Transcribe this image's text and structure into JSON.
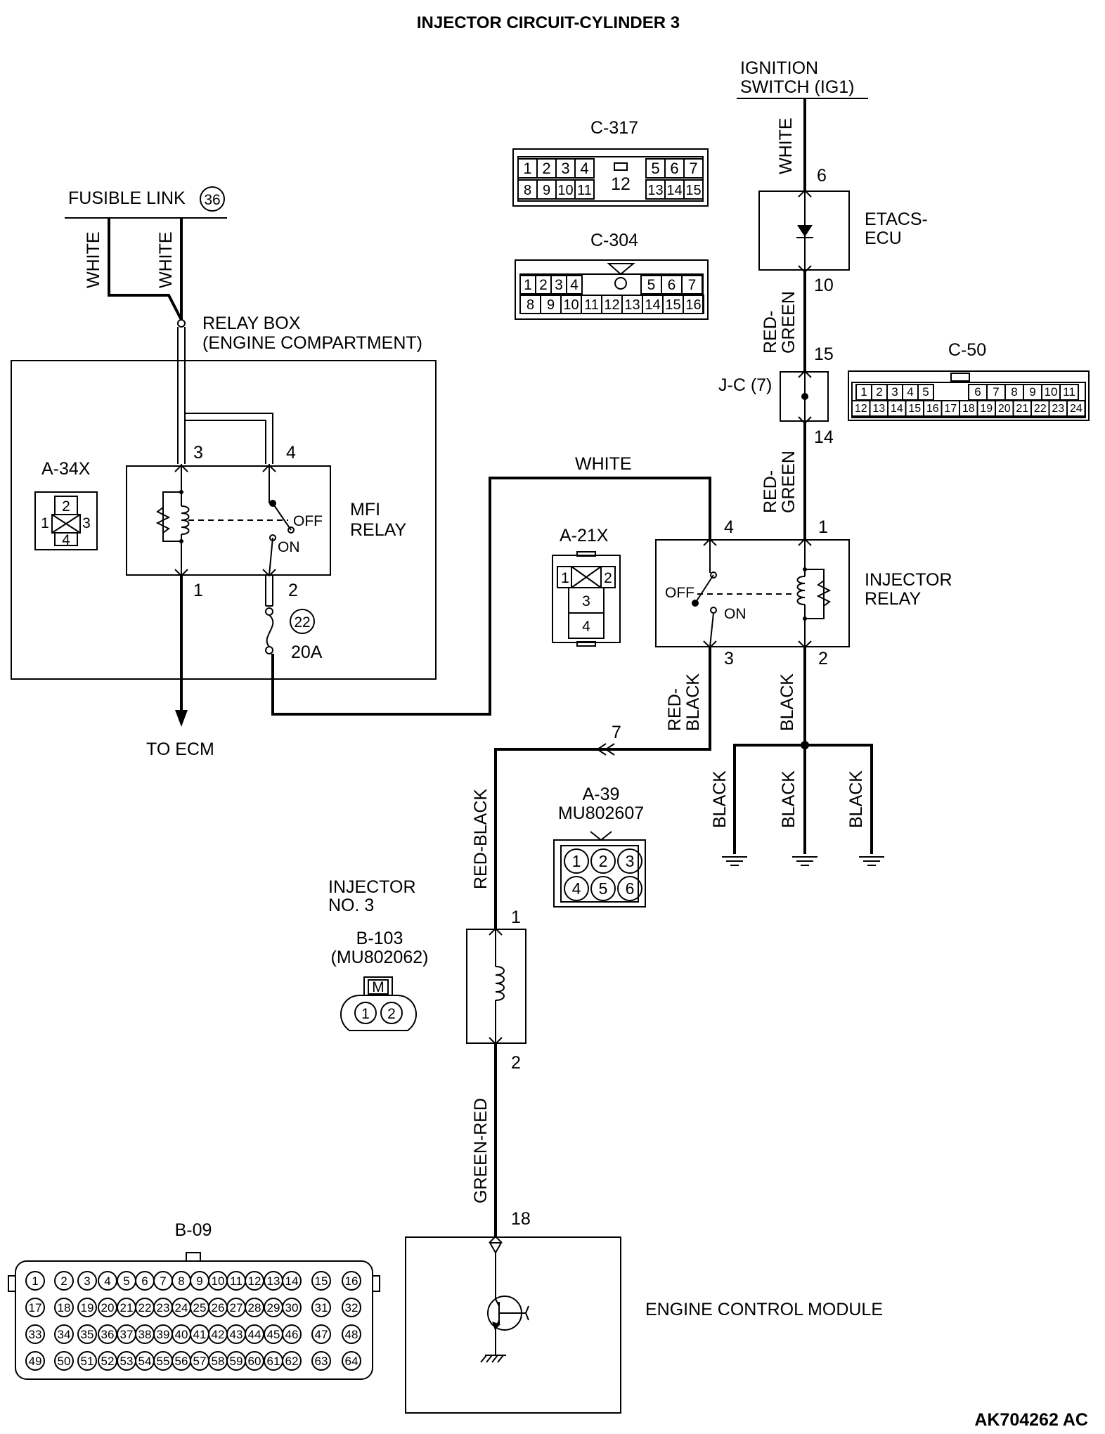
{
  "title": "INJECTOR CIRCUIT-CYLINDER 3",
  "footer_code": "AK704262 AC",
  "sources": {
    "ignition_switch_line1": "IGNITION",
    "ignition_switch_line2": "SWITCH (IG1)",
    "fusible_link": "FUSIBLE LINK",
    "fusible_link_number": "36"
  },
  "components": {
    "etacs_line1": "ETACS-",
    "etacs_line2": "ECU",
    "jc": "J-C (7)",
    "relay_box_line1": "RELAY BOX",
    "relay_box_line2": "(ENGINE COMPARTMENT)",
    "mfi_relay_line1": "MFI",
    "mfi_relay_line2": "RELAY",
    "injector_relay_line1": "INJECTOR",
    "injector_relay_line2": "RELAY",
    "injector_line1": "INJECTOR",
    "injector_line2": "NO. 3",
    "ecm": "ENGINE CONTROL MODULE",
    "to_ecm": "TO ECM",
    "fuse_number": "22",
    "fuse_rating": "20A",
    "switch_off": "OFF",
    "switch_on": "ON"
  },
  "connectors": {
    "c317": {
      "name": "C-317",
      "row1": [
        "1",
        "2",
        "3",
        "4",
        "5",
        "6",
        "7"
      ],
      "row2": [
        "8",
        "9",
        "10",
        "11",
        "13",
        "14",
        "15"
      ],
      "center": "12"
    },
    "c304": {
      "name": "C-304",
      "row1": [
        "1",
        "2",
        "3",
        "4",
        "5",
        "6",
        "7"
      ],
      "row2": [
        "8",
        "9",
        "10",
        "11",
        "12",
        "13",
        "14",
        "15",
        "16"
      ]
    },
    "c50": {
      "name": "C-50",
      "row1": [
        "1",
        "2",
        "3",
        "4",
        "5",
        "6",
        "7",
        "8",
        "9",
        "10",
        "11"
      ],
      "row2": [
        "12",
        "13",
        "14",
        "15",
        "16",
        "17",
        "18",
        "19",
        "20",
        "21",
        "22",
        "23",
        "24"
      ]
    },
    "a34x": {
      "name": "A-34X",
      "pins": [
        "1",
        "2",
        "3",
        "4"
      ]
    },
    "a21x": {
      "name": "A-21X",
      "pins": [
        "1",
        "2",
        "3",
        "4"
      ]
    },
    "a39": {
      "name": "A-39",
      "part": "MU802607",
      "pins": [
        "1",
        "2",
        "3",
        "4",
        "5",
        "6"
      ]
    },
    "b103": {
      "name": "B-103",
      "part": "(MU802062)",
      "key": "M",
      "pins": [
        "1",
        "2"
      ]
    },
    "b09": {
      "name": "B-09",
      "pin_count": 64
    }
  },
  "wires": {
    "white": "WHITE",
    "red_green_1": "RED-",
    "red_green_2": "GREEN",
    "red_black_1": "RED-",
    "red_black_2": "BLACK",
    "red_black": "RED-BLACK",
    "black": "BLACK",
    "green_red": "GREEN-RED"
  },
  "pins": {
    "etacs_in": "6",
    "etacs_out": "10",
    "jc_in": "15",
    "jc_out": "14",
    "mfi_3": "3",
    "mfi_4": "4",
    "mfi_1": "1",
    "mfi_2": "2",
    "inj_relay_4": "4",
    "inj_relay_1": "1",
    "inj_relay_3": "3",
    "inj_relay_2": "2",
    "splice_7": "7",
    "injector_1": "1",
    "injector_2": "2",
    "ecm_18": "18"
  }
}
